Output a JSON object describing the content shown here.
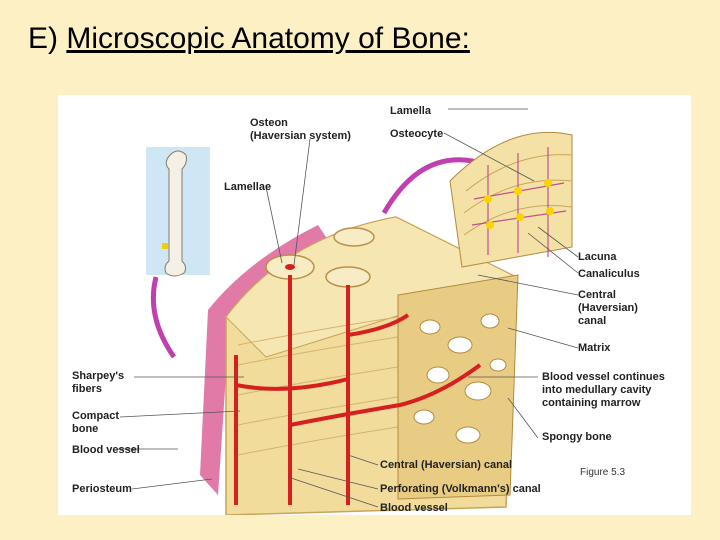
{
  "slide": {
    "title_prefix": "E) ",
    "title_main": "Microscopic Anatomy of Bone:"
  },
  "figure": {
    "caption": "Figure 5.3",
    "labels": {
      "osteon": "Osteon\n(Haversian system)",
      "lamellae": "Lamellae",
      "lamella": "Lamella",
      "osteocyte": "Osteocyte",
      "lacuna": "Lacuna",
      "canaliculus": "Canaliculus",
      "central_canal_right": "Central\n(Haversian)\ncanal",
      "matrix": "Matrix",
      "blood_vessel_continues": "Blood vessel continues\ninto medullary cavity\ncontaining marrow",
      "spongy_bone": "Spongy bone",
      "sharpeys_fibers": "Sharpey's\nfibers",
      "compact_bone": "Compact\nbone",
      "blood_vessel_left": "Blood vessel",
      "periosteum": "Periosteum",
      "central_canal_bottom": "Central (Haversian) canal",
      "perforating_canal": "Perforating (Volkmann's) canal",
      "blood_vessel_bottom": "Blood vessel"
    }
  },
  "colors": {
    "background": "#fcf0c4",
    "bone": "#f1dc9c",
    "bone_dark": "#c9a55a",
    "vessel": "#d62020",
    "periosteum": "#d9609a",
    "arrow": "#c040b0",
    "osteocyte_glow": "#f8d400"
  }
}
